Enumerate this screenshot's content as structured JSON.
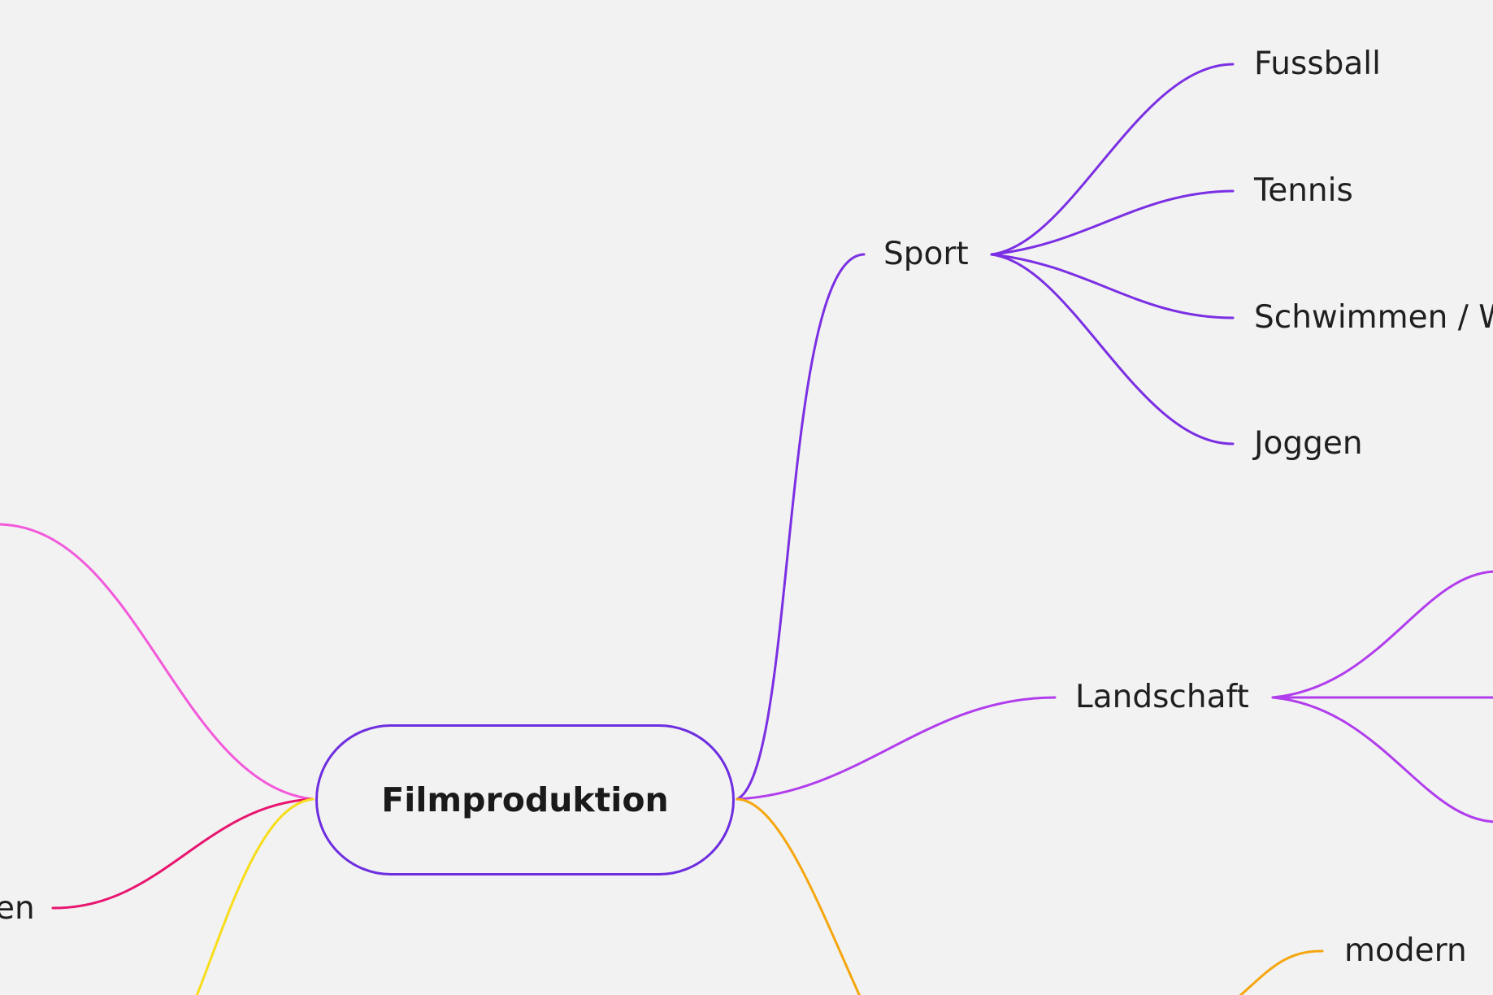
{
  "mindmap": {
    "root": {
      "label": "Filmproduktion"
    },
    "nodes": {
      "sport": "Sport",
      "fussball": "Fussball",
      "tennis": "Tennis",
      "schwimmen": "Schwimmen / W",
      "joggen": "Joggen",
      "landschaft": "Landschaft",
      "modern": "modern",
      "left_fragment": "en"
    }
  },
  "colors": {
    "sport_branch": "#7b2fe3",
    "landschaft_branch": "#b13ded",
    "pink_branch": "#f25adb",
    "magenta_branch": "#e8156f",
    "yellow_branch": "#f7dd1a",
    "orange_branch": "#f5a60e",
    "root_border": "#6d2ee0",
    "background": "#f2f2f2"
  }
}
